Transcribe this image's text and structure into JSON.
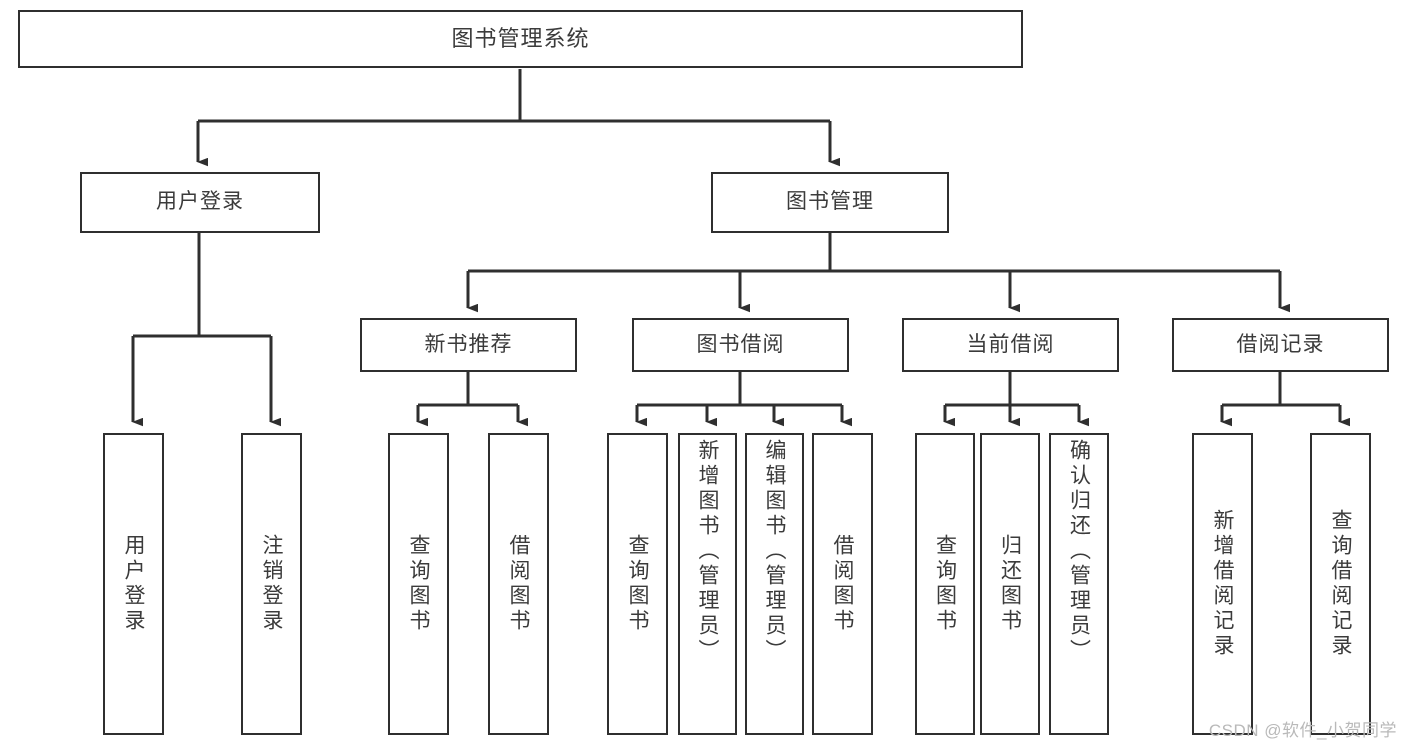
{
  "diagram": {
    "type": "tree-hierarchy",
    "title": "图书管理系统",
    "watermark": "CSDN @软件_小贺同学",
    "line_color": "#2f2f2f",
    "box_fill": "#ffffff",
    "text_color": "#3b3b3b",
    "levels": {
      "level1": [
        {
          "id": "root",
          "label": "图书管理系统"
        }
      ],
      "level2": [
        {
          "id": "user-login",
          "label": "用户登录"
        },
        {
          "id": "book-manage",
          "label": "图书管理"
        }
      ],
      "level3": [
        {
          "id": "new-book-rec",
          "label": "新书推荐",
          "parent": "book-manage"
        },
        {
          "id": "book-borrow",
          "label": "图书借阅",
          "parent": "book-manage"
        },
        {
          "id": "current-borrow",
          "label": "当前借阅",
          "parent": "book-manage"
        },
        {
          "id": "borrow-record",
          "label": "借阅记录",
          "parent": "book-manage"
        }
      ],
      "level4": [
        {
          "id": "leaf-user-login",
          "label": "用户登录",
          "parent": "user-login"
        },
        {
          "id": "leaf-user-logout",
          "label": "注销登录",
          "parent": "user-login"
        },
        {
          "id": "leaf-query-book-1",
          "label": "查询图书",
          "parent": "new-book-rec"
        },
        {
          "id": "leaf-borrow-book-1",
          "label": "借阅图书",
          "parent": "new-book-rec"
        },
        {
          "id": "leaf-query-book-2",
          "label": "查询图书",
          "parent": "book-borrow"
        },
        {
          "id": "leaf-add-book",
          "label": "新增图书（管理员）",
          "parent": "book-borrow"
        },
        {
          "id": "leaf-edit-book",
          "label": "编辑图书（管理员）",
          "parent": "book-borrow"
        },
        {
          "id": "leaf-borrow-book-2",
          "label": "借阅图书",
          "parent": "book-borrow"
        },
        {
          "id": "leaf-query-book-3",
          "label": "查询图书",
          "parent": "current-borrow"
        },
        {
          "id": "leaf-return-book",
          "label": "归还图书",
          "parent": "current-borrow"
        },
        {
          "id": "leaf-confirm-return",
          "label": "确认归还（管理员）",
          "parent": "current-borrow"
        },
        {
          "id": "leaf-add-record",
          "label": "新增借阅记录",
          "parent": "borrow-record"
        },
        {
          "id": "leaf-query-record",
          "label": "查询借阅记录",
          "parent": "borrow-record"
        }
      ]
    }
  }
}
